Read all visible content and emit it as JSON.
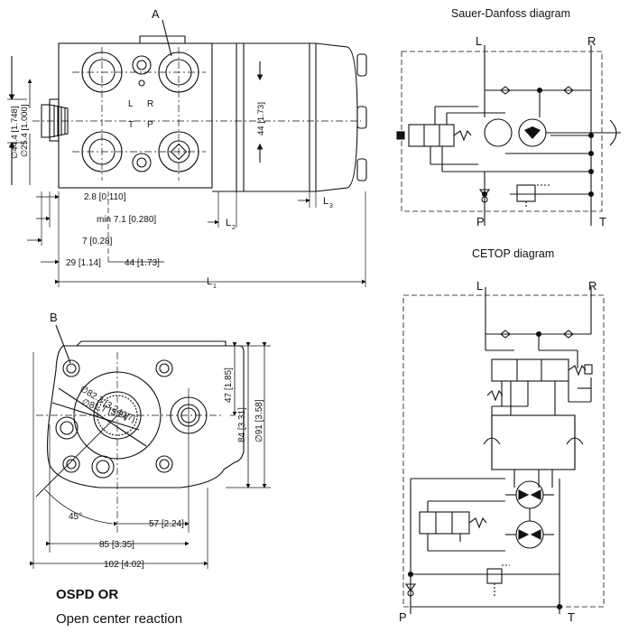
{
  "top_view": {
    "label_a": "A",
    "port_l": "L",
    "port_r": "R",
    "port_t": "T",
    "port_p": "P",
    "dim_d44": "∅44.4 [1.748]",
    "dim_d25": "∅25.4 [1.000]",
    "dim_44_side": "44 [1.73]",
    "dim_2_8": "2.8 [0.110]",
    "dim_min7": "min 7.1 [0.280]",
    "dim_7": "7 [0.28]",
    "dim_29": "29 [1.14]",
    "dim_44": "44 [1.73]",
    "dim_l1": "L",
    "dim_l1_sub": "1",
    "dim_l2": "L",
    "dim_l2_sub": "2",
    "dim_l3": "L",
    "dim_l3_sub": "3"
  },
  "front_view": {
    "label_b": "B",
    "dim_d82": "∅82.3 [3.240]",
    "dim_d81": "∅81.7 [3.217]",
    "dim_47": "47 [1.85]",
    "dim_84": "84 [3.31]",
    "dim_d91": "∅91 [3.58]",
    "dim_45": "45°",
    "dim_57": "57 [2.24]",
    "dim_85": "85 [3.35]",
    "dim_102": "102 [4.02]"
  },
  "sauer": {
    "title": "Sauer-Danfoss  diagram",
    "l": "L",
    "r": "R",
    "p": "P",
    "t": "T"
  },
  "cetop": {
    "title": "CETOP diagram",
    "l": "L",
    "r": "R",
    "p": "P",
    "t": "T"
  },
  "caption": {
    "title": "OSPD OR",
    "subtitle": "Open center reaction"
  }
}
